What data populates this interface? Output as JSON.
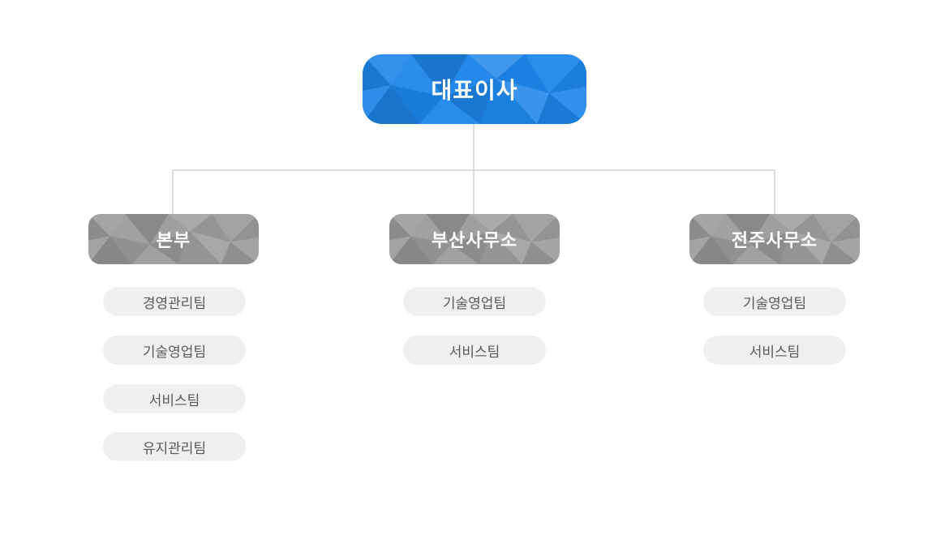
{
  "org": {
    "root": {
      "label": "대표이사"
    },
    "branches": [
      {
        "label": "본부",
        "teams": [
          "경영관리팀",
          "기술영업팀",
          "서비스팀",
          "유지관리팀"
        ]
      },
      {
        "label": "부산사무소",
        "teams": [
          "기술영업팀",
          "서비스팀"
        ]
      },
      {
        "label": "전주사무소",
        "teams": [
          "기술영업팀",
          "서비스팀"
        ]
      }
    ]
  },
  "colors": {
    "root_box": "#1d86ea",
    "branch_box": "#9c9c9c",
    "node_text": "#ffffff",
    "team_pill": "#efefef",
    "team_pill_text": "#5a5a5a",
    "connector_line": "#dcdcdc",
    "background": "#ffffff"
  }
}
